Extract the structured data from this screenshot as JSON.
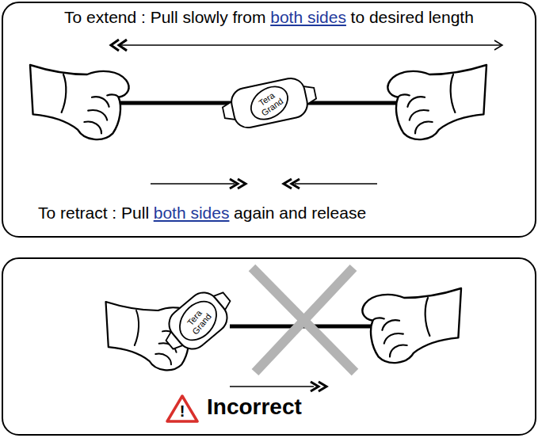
{
  "diagram": {
    "nodes": [
      {
        "text": [
          "To extend : Pull slowly from",
          "both sides",
          "to desired length",
          "To retract : Pull",
          "both sides",
          "again and release"
        ]
      },
      {
        "text": [
          "Tera Grand"
        ],
        "in": 0
      },
      {
        "text": [
          "Incorrect"
        ]
      },
      {
        "text": [
          "Tera Grand"
        ],
        "in": 2
      },
      {
        "text": [
          "!"
        ],
        "in": 2
      }
    ]
  }
}
